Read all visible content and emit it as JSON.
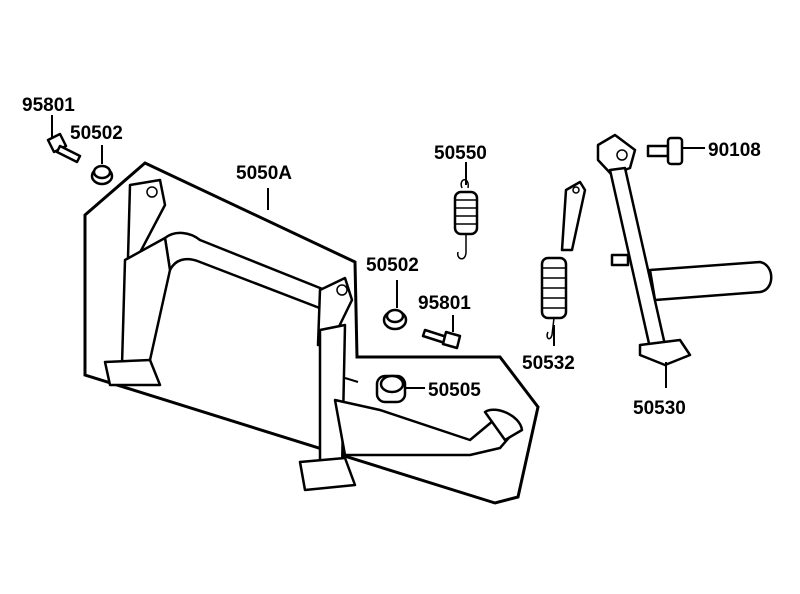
{
  "diagram": {
    "parts": [
      {
        "id": "p1",
        "number": "95801"
      },
      {
        "id": "p2",
        "number": "50502"
      },
      {
        "id": "p3",
        "number": "5050A"
      },
      {
        "id": "p4",
        "number": "50550"
      },
      {
        "id": "p5",
        "number": "90108"
      },
      {
        "id": "p6",
        "number": "50502"
      },
      {
        "id": "p7",
        "number": "95801"
      },
      {
        "id": "p8",
        "number": "50532"
      },
      {
        "id": "p9",
        "number": "50505"
      },
      {
        "id": "p10",
        "number": "50530"
      }
    ]
  }
}
